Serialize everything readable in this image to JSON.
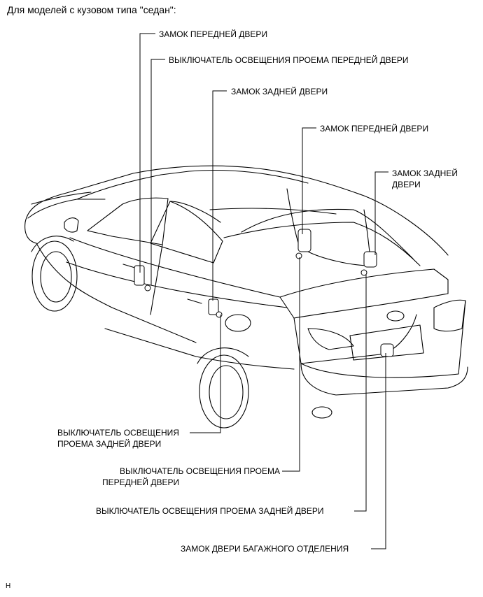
{
  "heading": "Для моделей с кузовом типа \"седан\":",
  "corner_mark": "H",
  "labels": {
    "front_door_lock_1": "ЗАМОК ПЕРЕДНЕЙ ДВЕРИ",
    "front_door_courtesy_switch_top": "ВЫКЛЮЧАТЕЛЬ ОСВЕЩЕНИЯ ПРОЕМА ПЕРЕДНЕЙ ДВЕРИ",
    "rear_door_lock_1": "ЗАМОК ЗАДНЕЙ ДВЕРИ",
    "front_door_lock_2": "ЗАМОК ПЕРЕДНЕЙ ДВЕРИ",
    "rear_door_lock_2_line1": "ЗАМОК ЗАДНЕЙ",
    "rear_door_lock_2_line2": "ДВЕРИ",
    "rear_door_courtesy_switch_1_line1": "ВЫКЛЮЧАТЕЛЬ ОСВЕЩЕНИЯ",
    "rear_door_courtesy_switch_1_line2": "ПРОЕМА ЗАДНЕЙ ДВЕРИ",
    "front_door_courtesy_switch_bottom_line1": "ВЫКЛЮЧАТЕЛЬ ОСВЕЩЕНИЯ ПРОЕМА",
    "front_door_courtesy_switch_bottom_line2": "ПЕРЕДНЕЙ ДВЕРИ",
    "rear_door_courtesy_switch_2": "ВЫКЛЮЧАТЕЛЬ ОСВЕЩЕНИЯ ПРОЕМА ЗАДНЕЙ ДВЕРИ",
    "trunk_lock": "ЗАМОК ДВЕРИ БАГАЖНОГО ОТДЕЛЕНИЯ"
  }
}
